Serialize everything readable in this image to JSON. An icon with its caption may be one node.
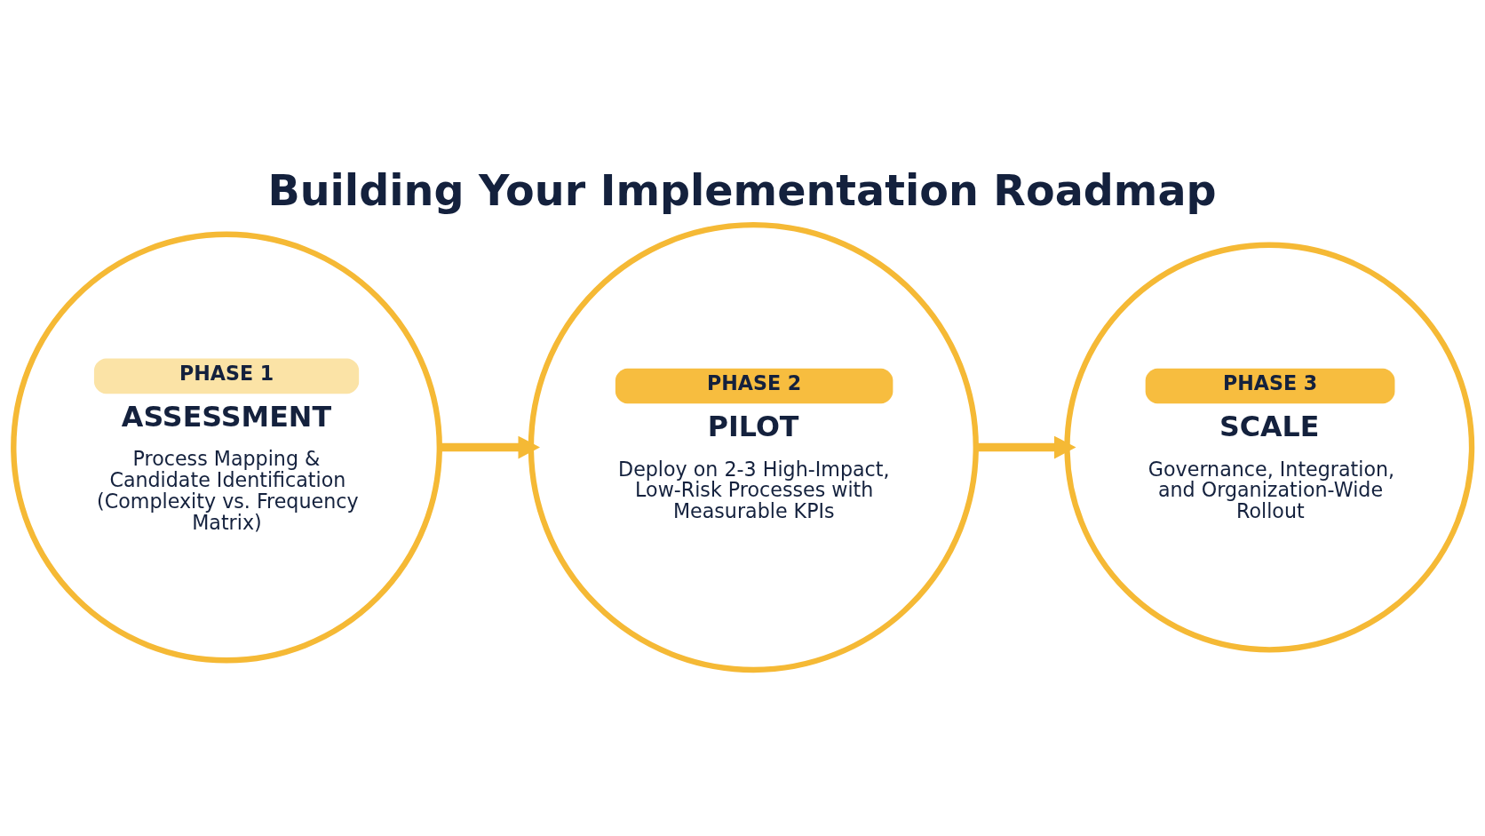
{
  "diagram": {
    "title": "Building Your Implementation Roadmap",
    "nodes": [
      {
        "text": [
          "PHASE 1",
          "ASSESSMENT",
          "Process Mapping & Candidate Identification (Complexity vs. Frequency Matrix)"
        ]
      },
      {
        "text": [
          "PHASE 2",
          "PILOT",
          "Deploy on 2-3 High-Impact, Low-Risk Processes with Measurable KPIs"
        ]
      },
      {
        "text": [
          "PHASE 3",
          "SCALE",
          "Governance, Integration, and Organization-Wide Rollout"
        ]
      }
    ],
    "edges": [
      {
        "from": 0,
        "to": 1,
        "arrow": "to"
      },
      {
        "from": 1,
        "to": 2,
        "arrow": "to"
      }
    ]
  }
}
